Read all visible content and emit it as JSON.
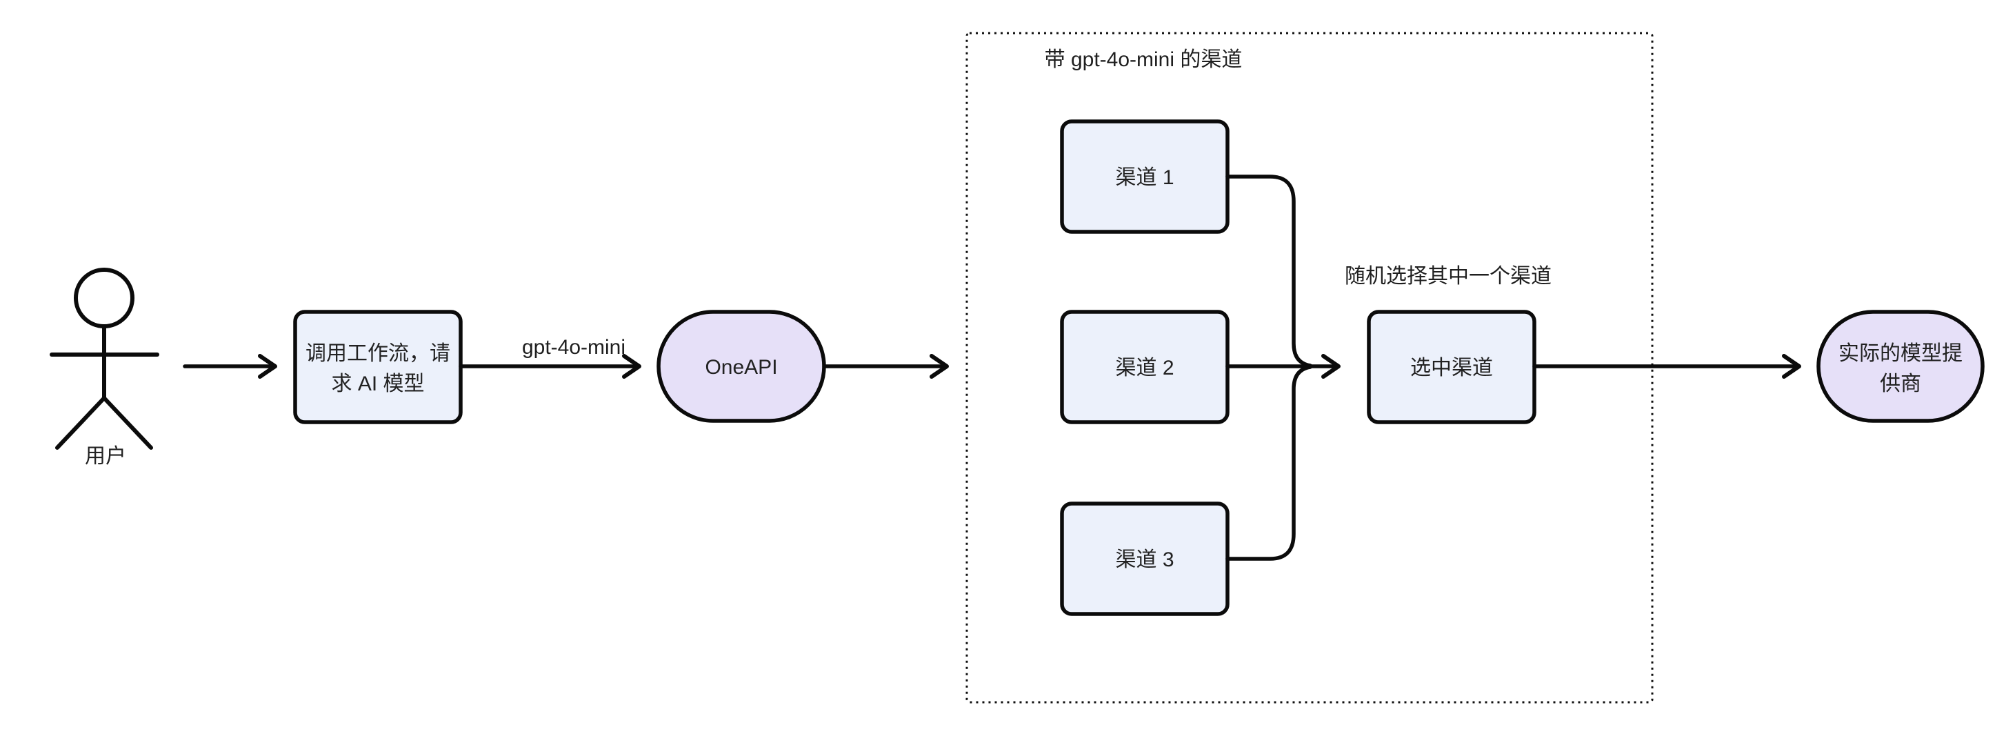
{
  "diagram": {
    "background": "#ffffff",
    "colors": {
      "rect_fill": "#ECF1FB",
      "stadium_fill": "#E6E0F8",
      "stroke": "#0b0b0b",
      "text": "#222222"
    },
    "actor": {
      "label": "用户"
    },
    "nodes": {
      "workflow": {
        "line1": "调用工作流，请",
        "line2": "求 AI 模型"
      },
      "oneapi": {
        "label": "OneAPI"
      },
      "channel1": {
        "label": "渠道 1"
      },
      "channel2": {
        "label": "渠道 2"
      },
      "channel3": {
        "label": "渠道 3"
      },
      "selected": {
        "label": "选中渠道"
      },
      "provider": {
        "line1": "实际的模型提",
        "line2": "供商"
      }
    },
    "edges": {
      "model_label": "gpt-4o-mini",
      "random_label": "随机选择其中一个渠道"
    },
    "container": {
      "title": "带 gpt-4o-mini 的渠道"
    }
  }
}
